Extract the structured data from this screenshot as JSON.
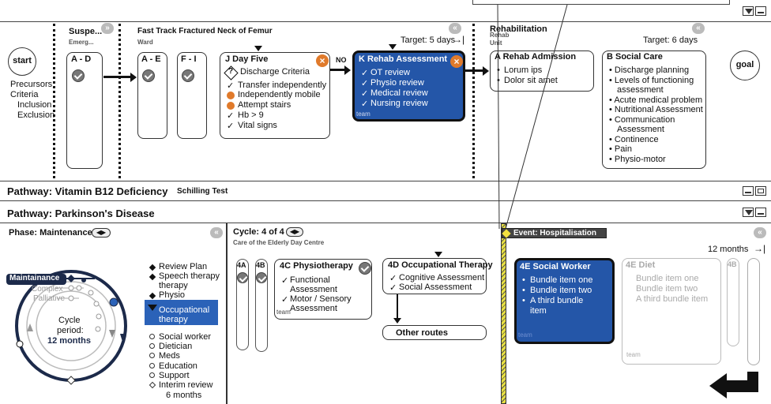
{
  "pathway1": {
    "stages": {
      "suspected": {
        "title": "Suspe...",
        "subtitle": "Emerg..."
      },
      "fracture": {
        "title": "Fast Track Fractured Neck of Femur",
        "subtitle": "Ward"
      },
      "rehab": {
        "title": "Rehabilitation",
        "subtitle_line1": "Rehab",
        "subtitle_line2": "Unit"
      }
    },
    "start_label": "start",
    "goal_label": "goal",
    "precursors": [
      "Precursors",
      "Criteria",
      "Inclusion",
      "Exclusion"
    ],
    "cards": {
      "ad": "A - D",
      "ae": "A - E",
      "fi": "F - I",
      "j": {
        "title": "J  Day Five",
        "criteria_title": "Discharge Criteria",
        "items": [
          {
            "mark": "check",
            "text": "Transfer independently"
          },
          {
            "mark": "x",
            "text": "Independently mobile"
          },
          {
            "mark": "x",
            "text": "Attempt stairs"
          },
          {
            "mark": "check",
            "text": "Hb > 9"
          },
          {
            "mark": "check",
            "text": "Vital signs"
          }
        ]
      },
      "no_label": "NO",
      "k": {
        "title": "K  Rehab Assessment",
        "items": [
          "OT review",
          "Physio review",
          "Medical review",
          "Nursing review"
        ],
        "footer": "team"
      },
      "target1": "Target: 5 days",
      "a_rehab": {
        "title": "A  Rehab Admission",
        "items": [
          "Lorum ips",
          "Dolor sit amet"
        ]
      },
      "target2": "Target: 6 days",
      "b_social": {
        "title": "B  Social Care",
        "items": [
          "Discharge planning",
          "Levels of functioning assessment",
          "Acute medical problem",
          "Nutritional Assessment",
          "Communication Assessment",
          "Continence",
          "Pain",
          "Physio-motor"
        ]
      }
    }
  },
  "pathway2": {
    "label": "Pathway: Vitamin B12 Deficiency",
    "extra": "Schilling Test"
  },
  "pathway3": {
    "label": "Pathway: Parkinson's Disease",
    "phase": {
      "title": "Phase: Maintenance",
      "ring_labels": {
        "maintenance": "Maintainance",
        "complex": "Complex",
        "palliative": "Palliative"
      },
      "cycle_line1": "Cycle",
      "cycle_line2": "period:",
      "cycle_line3": "12 months",
      "list_filled": [
        "Review Plan",
        "Speech therapy",
        "Physio"
      ],
      "selected": "Occupational therapy",
      "list_open": [
        "Social worker",
        "Dietician",
        "Meds",
        "Education",
        "Support"
      ],
      "interim_line1": "Interim review",
      "interim_line2": "6 months"
    },
    "cycle": {
      "title": "Cycle: 4 of 4",
      "subtitle": "Care of the Elderly Day Centre",
      "pill_4a": "4A",
      "pill_4b": "4B",
      "c4": {
        "title": "4C Physiotherapy",
        "items": [
          "Functional Assessment",
          "Motor / Sensory Assessment"
        ],
        "footer": "team"
      },
      "d4": {
        "title": "4D Occupational Therapy",
        "items": [
          "Cognitive Assessment",
          "Social Assessment"
        ]
      },
      "other_routes": "Other routes"
    },
    "event": {
      "title": "Event: Hospitalisation",
      "months": "12 months",
      "e4": {
        "title": "4E Social Worker",
        "items": [
          "Bundle item one",
          "Bundle item two",
          "A third bundle item"
        ],
        "footer": "team"
      },
      "e4diet": {
        "title": "4E Diet",
        "items": [
          "Bundle item one",
          "Bundle item two",
          "A third bundle item"
        ],
        "footer": "team"
      },
      "pill_4b": "4B"
    }
  }
}
